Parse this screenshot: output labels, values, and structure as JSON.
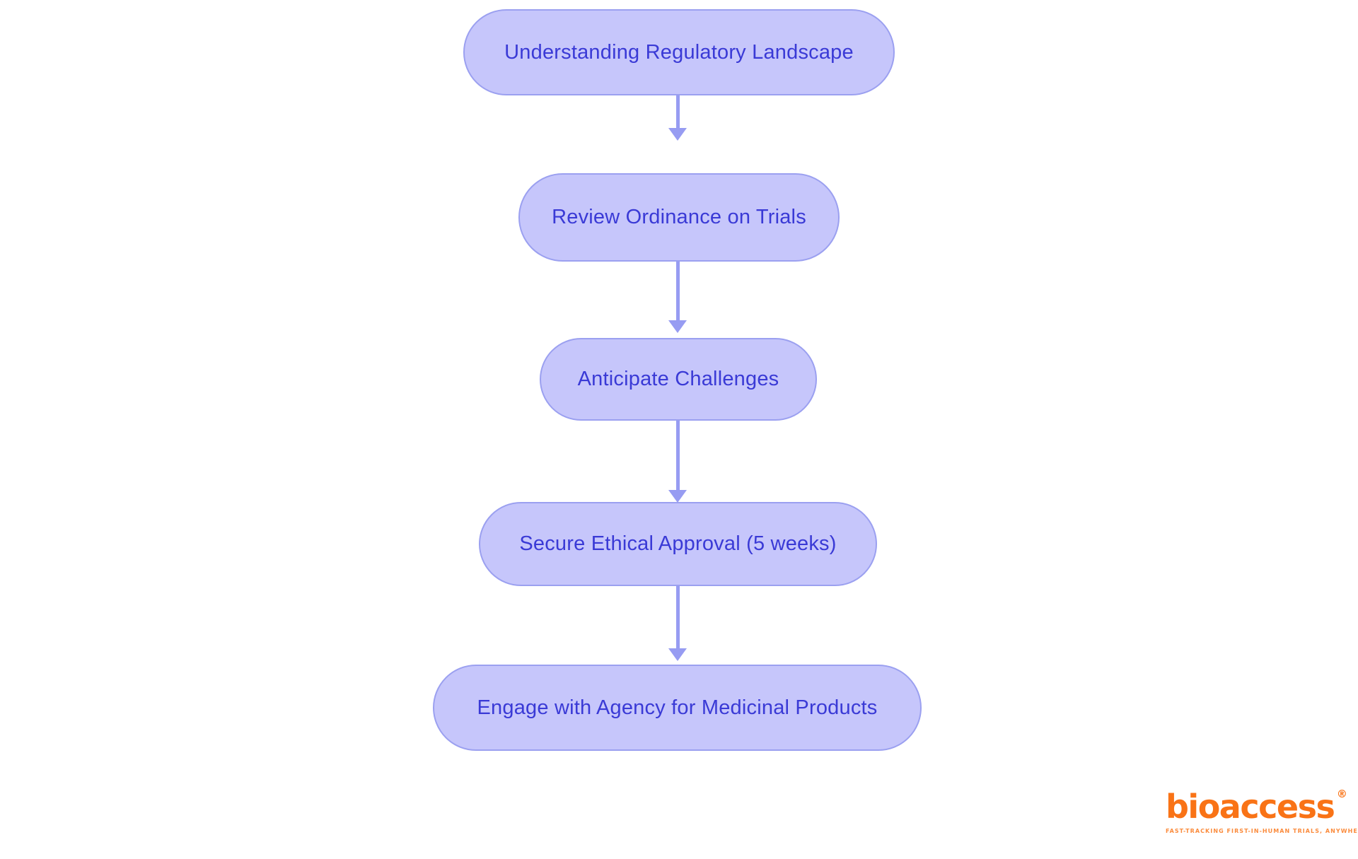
{
  "diagram": {
    "type": "flowchart",
    "orientation": "vertical-top-to-bottom",
    "background_color": "#ffffff",
    "node_fill_color": "#c6c6fb",
    "node_border_color": "#9ba0f0",
    "node_text_color": "#3a3ad6",
    "connector_color": "#979cf2",
    "nodes": [
      {
        "id": "node-1",
        "label": "Understanding Regulatory Landscape"
      },
      {
        "id": "node-2",
        "label": "Review Ordinance on Trials"
      },
      {
        "id": "node-3",
        "label": "Anticipate Challenges"
      },
      {
        "id": "node-4",
        "label": "Secure Ethical Approval (5 weeks)"
      },
      {
        "id": "node-5",
        "label": "Engage with Agency for Medicinal Products"
      }
    ],
    "edges": [
      {
        "id": "edge-1",
        "from": "node-1",
        "to": "node-2",
        "arrow": "down-arrow-icon"
      },
      {
        "id": "edge-2",
        "from": "node-2",
        "to": "node-3",
        "arrow": "down-arrow-icon"
      },
      {
        "id": "edge-3",
        "from": "node-3",
        "to": "node-4",
        "arrow": "down-arrow-icon"
      },
      {
        "id": "edge-4",
        "from": "node-4",
        "to": "node-5",
        "arrow": "down-arrow-icon"
      }
    ]
  },
  "logo": {
    "wordmark": "bioaccess",
    "registered_mark": "®",
    "tagline": "FAST-TRACKING FIRST-IN-HUMAN TRIALS, ANYWHERE",
    "color": "#f97316"
  }
}
